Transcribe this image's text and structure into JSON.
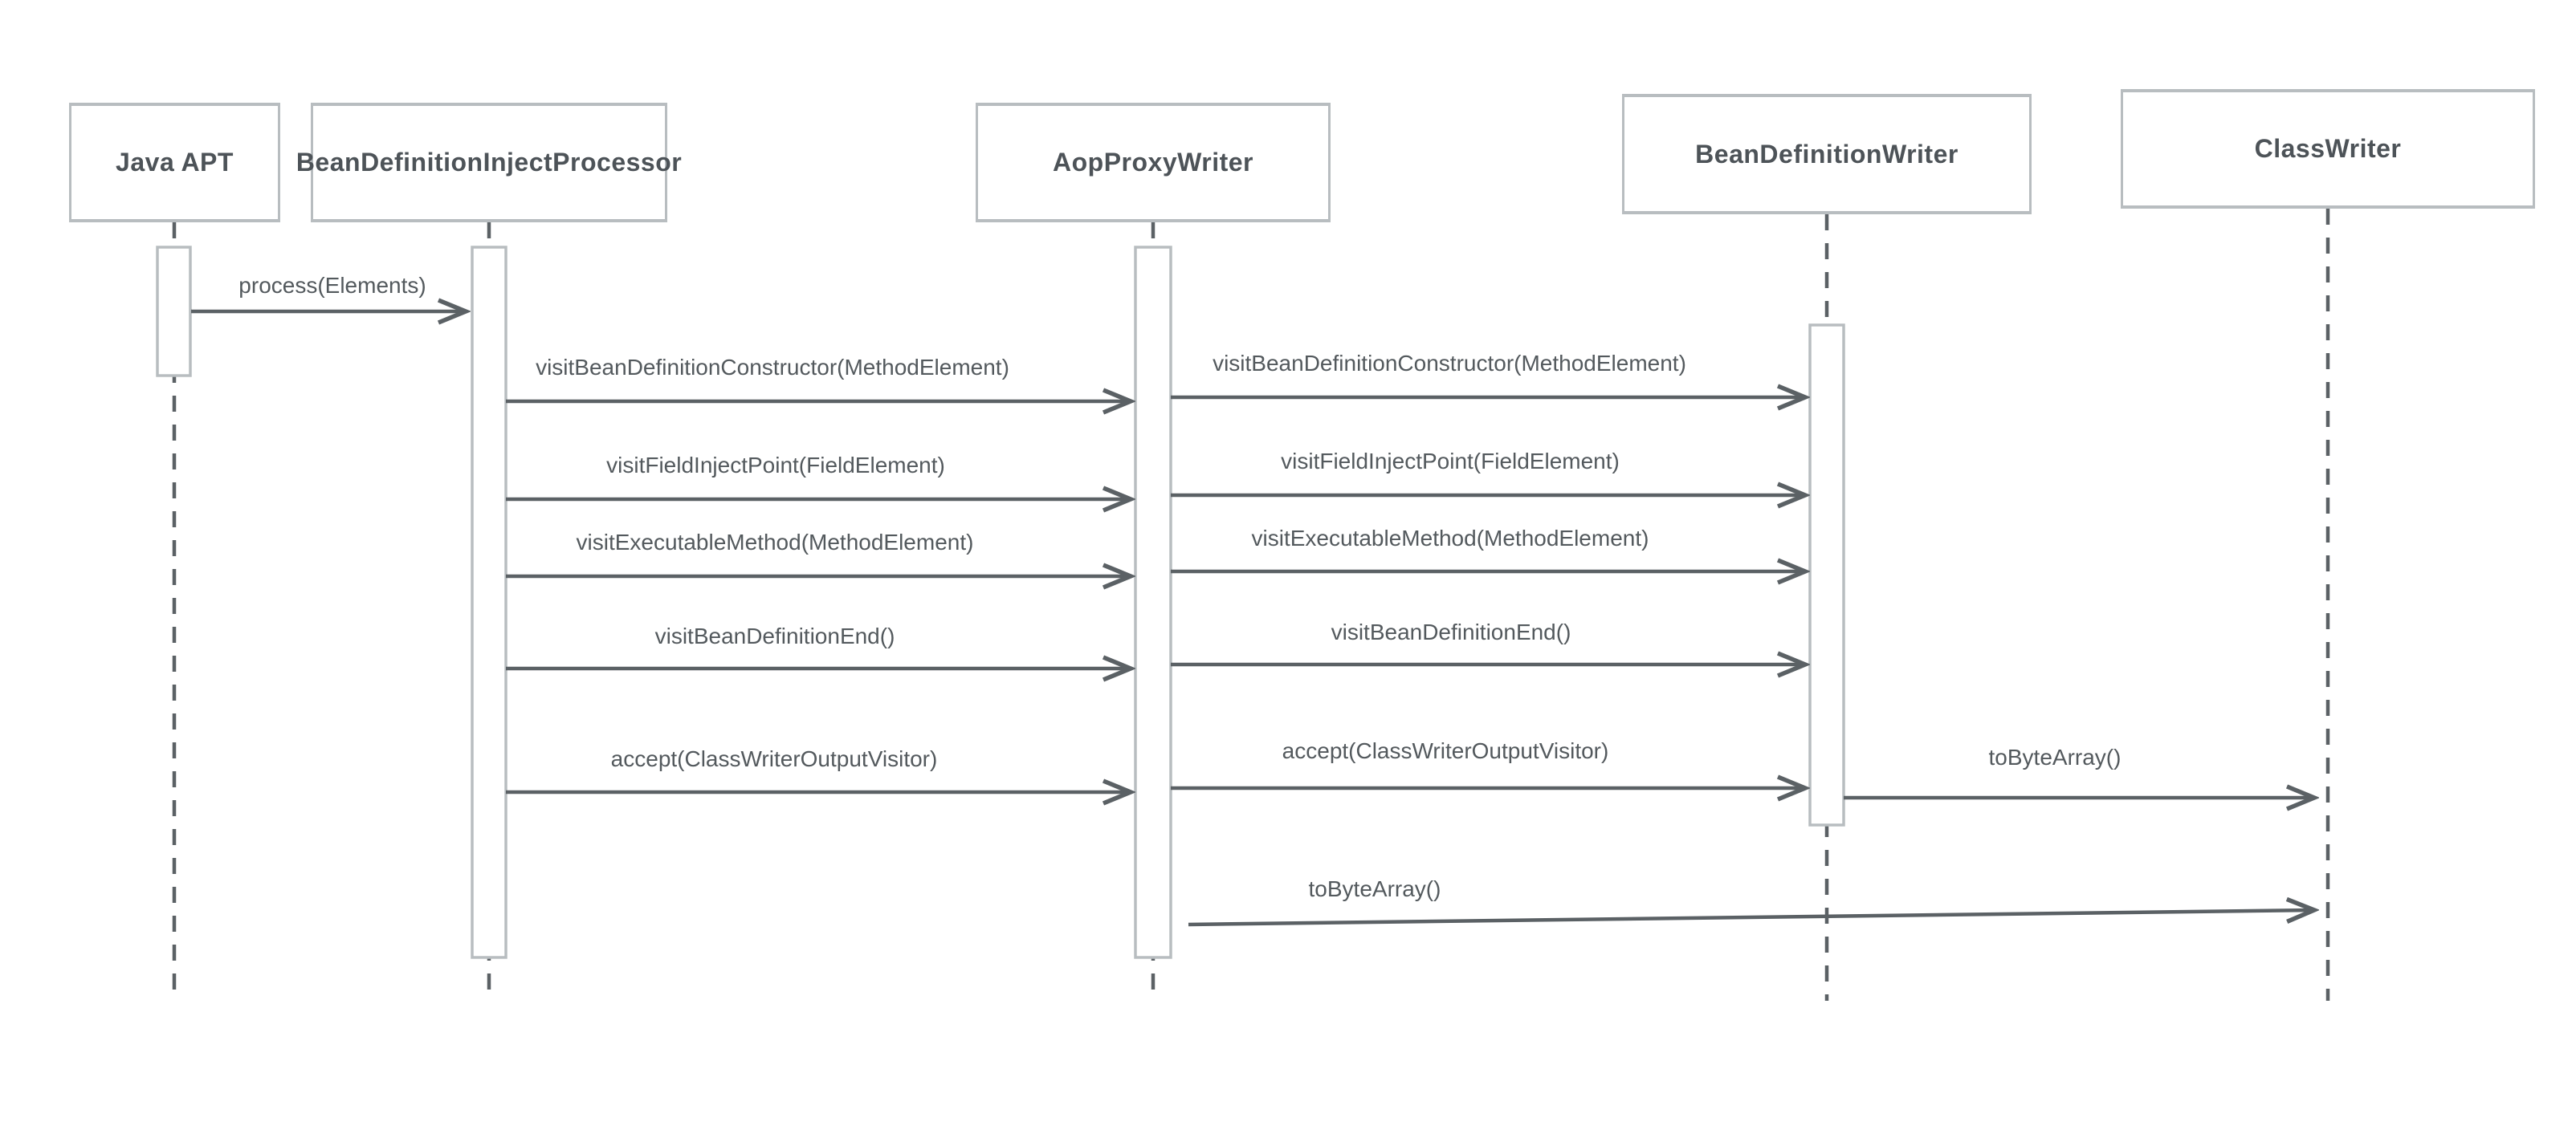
{
  "diagram": {
    "kind": "uml-sequence-diagram",
    "title": "",
    "participants": [
      {
        "name": "Java APT"
      },
      {
        "name": "BeanDefinitionInjectProcessor"
      },
      {
        "name": "AopProxyWriter"
      },
      {
        "name": "BeanDefinitionWriter"
      },
      {
        "name": "ClassWriter"
      }
    ],
    "messages": [
      {
        "from": "Java APT",
        "to": "BeanDefinitionInjectProcessor",
        "label": "process(Elements)"
      },
      {
        "from": "BeanDefinitionInjectProcessor",
        "to": "AopProxyWriter",
        "label": "visitBeanDefinitionConstructor(MethodElement)"
      },
      {
        "from": "AopProxyWriter",
        "to": "BeanDefinitionWriter",
        "label": "visitBeanDefinitionConstructor(MethodElement)"
      },
      {
        "from": "BeanDefinitionInjectProcessor",
        "to": "AopProxyWriter",
        "label": "visitFieldInjectPoint(FieldElement)"
      },
      {
        "from": "AopProxyWriter",
        "to": "BeanDefinitionWriter",
        "label": "visitFieldInjectPoint(FieldElement)"
      },
      {
        "from": "BeanDefinitionInjectProcessor",
        "to": "AopProxyWriter",
        "label": "visitExecutableMethod(MethodElement)"
      },
      {
        "from": "AopProxyWriter",
        "to": "BeanDefinitionWriter",
        "label": "visitExecutableMethod(MethodElement)"
      },
      {
        "from": "BeanDefinitionInjectProcessor",
        "to": "AopProxyWriter",
        "label": "visitBeanDefinitionEnd()"
      },
      {
        "from": "AopProxyWriter",
        "to": "BeanDefinitionWriter",
        "label": "visitBeanDefinitionEnd()"
      },
      {
        "from": "BeanDefinitionInjectProcessor",
        "to": "AopProxyWriter",
        "label": "accept(ClassWriterOutputVisitor)"
      },
      {
        "from": "AopProxyWriter",
        "to": "BeanDefinitionWriter",
        "label": "accept(ClassWriterOutputVisitor)"
      },
      {
        "from": "BeanDefinitionWriter",
        "to": "ClassWriter",
        "label": "toByteArray()"
      },
      {
        "from": "AopProxyWriter",
        "to": "ClassWriter",
        "label": "toByteArray()"
      }
    ],
    "colors": {
      "background": "#ffffff",
      "box_border": "#b8bdc0",
      "line": "#5b6165",
      "title_text": "#4d5358",
      "label_text": "#53595d"
    }
  }
}
